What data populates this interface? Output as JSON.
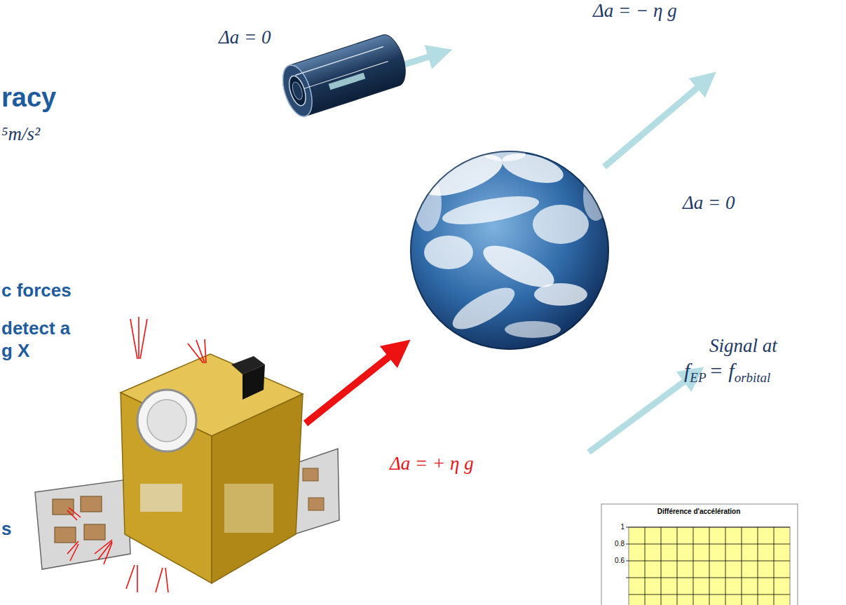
{
  "diagram": {
    "labels": [
      "racy",
      "⁵m/s²",
      "c forces",
      "detect a",
      "g X",
      "s",
      "Δa = 0",
      "Δa = − η g",
      "Δa = 0",
      "Δa = + η g",
      "Signal at",
      "f",
      "EP",
      "= f",
      "orbital",
      "Différence d'accélération",
      "1",
      "0.8",
      "0.6"
    ]
  }
}
